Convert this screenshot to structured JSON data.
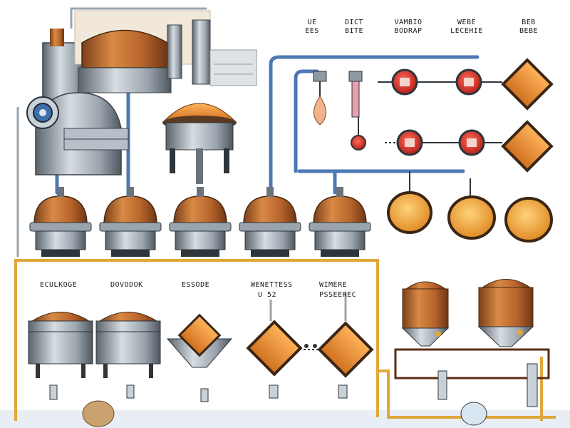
{
  "labels": {
    "top": [
      {
        "line1": "UE",
        "line2": "EES"
      },
      {
        "line1": "DICT",
        "line2": "BITE"
      },
      {
        "line1": "VAMBIO",
        "line2": "BODRAP"
      },
      {
        "line1": "WEBE",
        "line2": "LECEHIE"
      },
      {
        "line1": "BEB",
        "line2": "BEBE"
      }
    ],
    "middle": [
      "ECULKOGE",
      "DOVODOK",
      "ESSODE",
      "WENETTESS",
      "WIMERE",
      "PSSEEREC"
    ],
    "stray": "U 52"
  },
  "colors": {
    "copper": "#c77a3a",
    "orange": "#e8892b",
    "steel": "#8e9aa3",
    "pipe_blue": "#4c78b4",
    "pipe_yellow": "#e0a73a",
    "red_gauge": "#d2342a",
    "floor": "#e8eef4"
  }
}
